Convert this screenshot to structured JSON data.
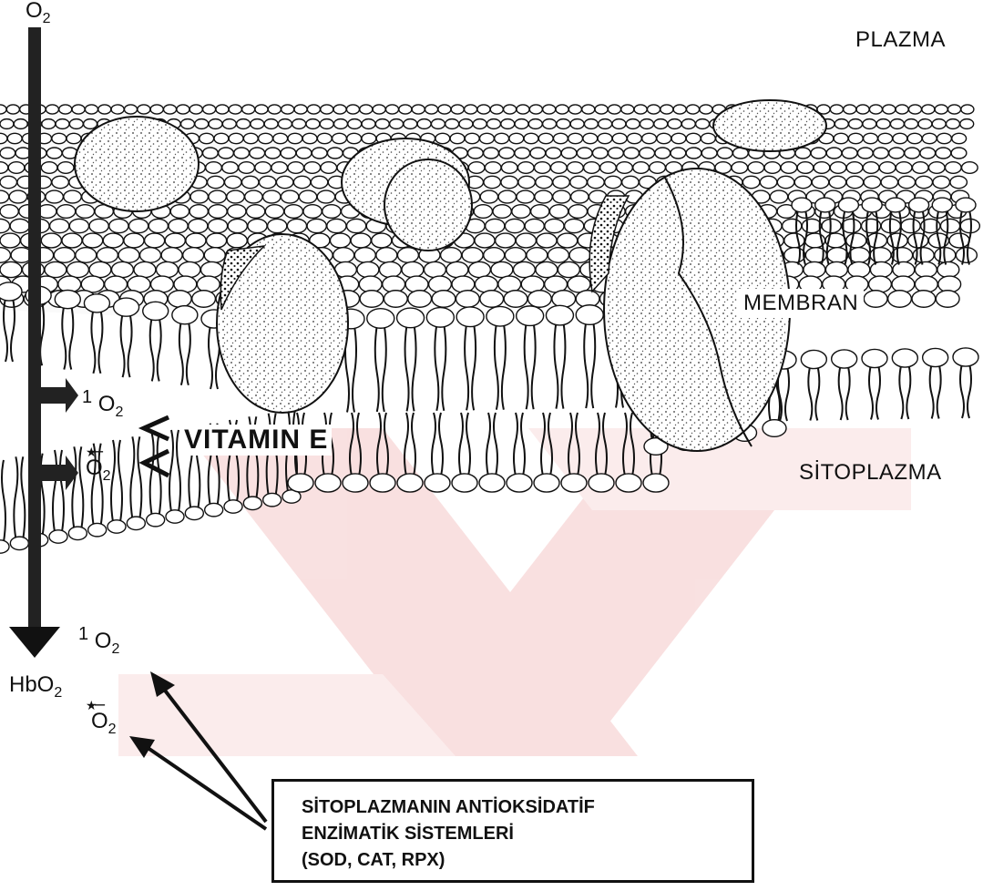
{
  "regions": {
    "plasma": "PLAZMA",
    "membrane": "MEMBRAN",
    "cytoplasm": "SİTOPLAZMA"
  },
  "species": {
    "top_oxygen": {
      "base": "O",
      "sub": "2"
    },
    "singlet_oxygen_membrane": {
      "prefix": "1",
      "base": "O",
      "sub": "2"
    },
    "superoxide_membrane": {
      "base": "O",
      "sub": "2",
      "mark": "★",
      "charge": "–"
    },
    "singlet_oxygen_cytoplasm": {
      "prefix": "1",
      "base": "O",
      "sub": "2"
    },
    "oxyhemoglobin": {
      "base": "HbO",
      "sub": "2"
    },
    "superoxide_cytoplasm": {
      "base": "O",
      "sub": "2",
      "mark": "★",
      "charge": "–"
    }
  },
  "antioxidant": "VITAMIN E",
  "box": {
    "line1": "SİTOPLAZMANIN ANTİOKSİDATİF",
    "line2": "ENZİMATİK SİSTEMLERİ",
    "line3": "(SOD, CAT, RPX)"
  },
  "colors": {
    "ink": "#111111",
    "watermark": "#f3c9c9"
  }
}
